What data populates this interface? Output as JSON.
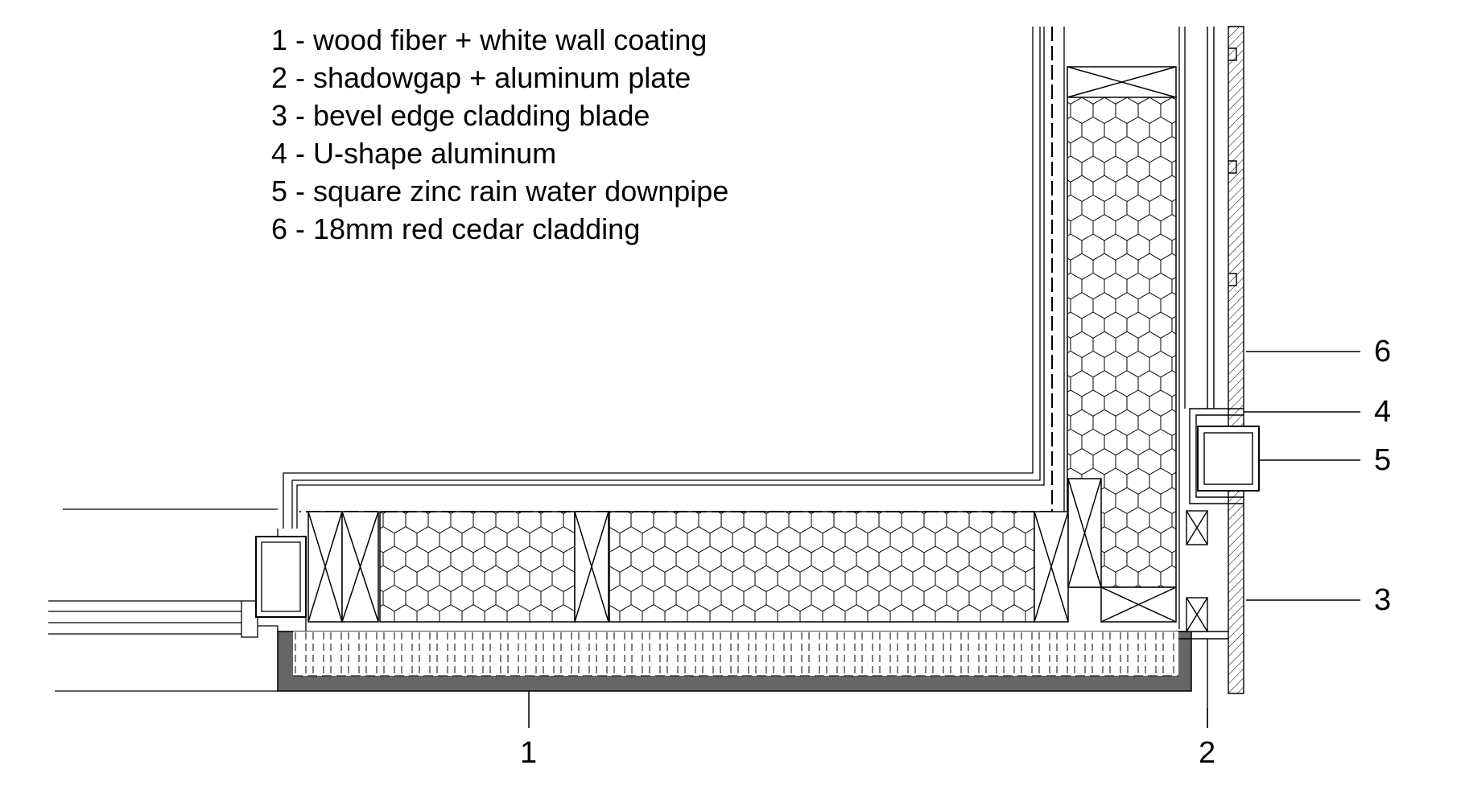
{
  "legend": {
    "items": [
      "1 - wood fiber + white wall coating",
      "2 - shadowgap + aluminum plate",
      "3 - bevel edge cladding blade",
      "4 - U-shape aluminum",
      "5 - square zinc rain water downpipe",
      "6 - 18mm red cedar cladding"
    ]
  },
  "callouts": [
    "1",
    "2",
    "3",
    "4",
    "5",
    "6"
  ],
  "colors": {
    "line": "#000000",
    "fill_dark": "#666666",
    "background": "#ffffff"
  }
}
